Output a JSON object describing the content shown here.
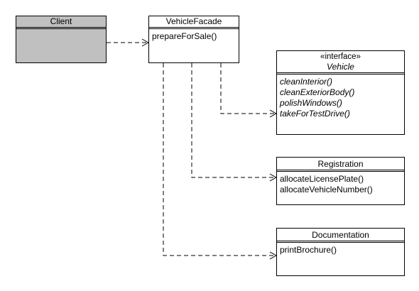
{
  "colors": {
    "client_fill": "#c0c0c0",
    "line": "#000000",
    "background": "#ffffff"
  },
  "classes": {
    "client": {
      "name": "Client",
      "operations": []
    },
    "facade": {
      "name": "VehicleFacade",
      "operations": [
        "prepareForSale()"
      ]
    },
    "vehicle": {
      "stereotype": "«interface»",
      "name": "Vehicle",
      "operations": [
        "cleanInterior()",
        "cleanExteriorBody()",
        "polishWindows()",
        "takeForTestDrive()"
      ]
    },
    "registration": {
      "name": "Registration",
      "operations": [
        "allocateLicensePlate()",
        "allocateVehicleNumber()"
      ]
    },
    "documentation": {
      "name": "Documentation",
      "operations": [
        "printBrochure()"
      ]
    }
  },
  "dependencies": [
    {
      "from": "Client",
      "to": "VehicleFacade"
    },
    {
      "from": "VehicleFacade",
      "to": "Vehicle"
    },
    {
      "from": "VehicleFacade",
      "to": "Registration"
    },
    {
      "from": "VehicleFacade",
      "to": "Documentation"
    }
  ]
}
